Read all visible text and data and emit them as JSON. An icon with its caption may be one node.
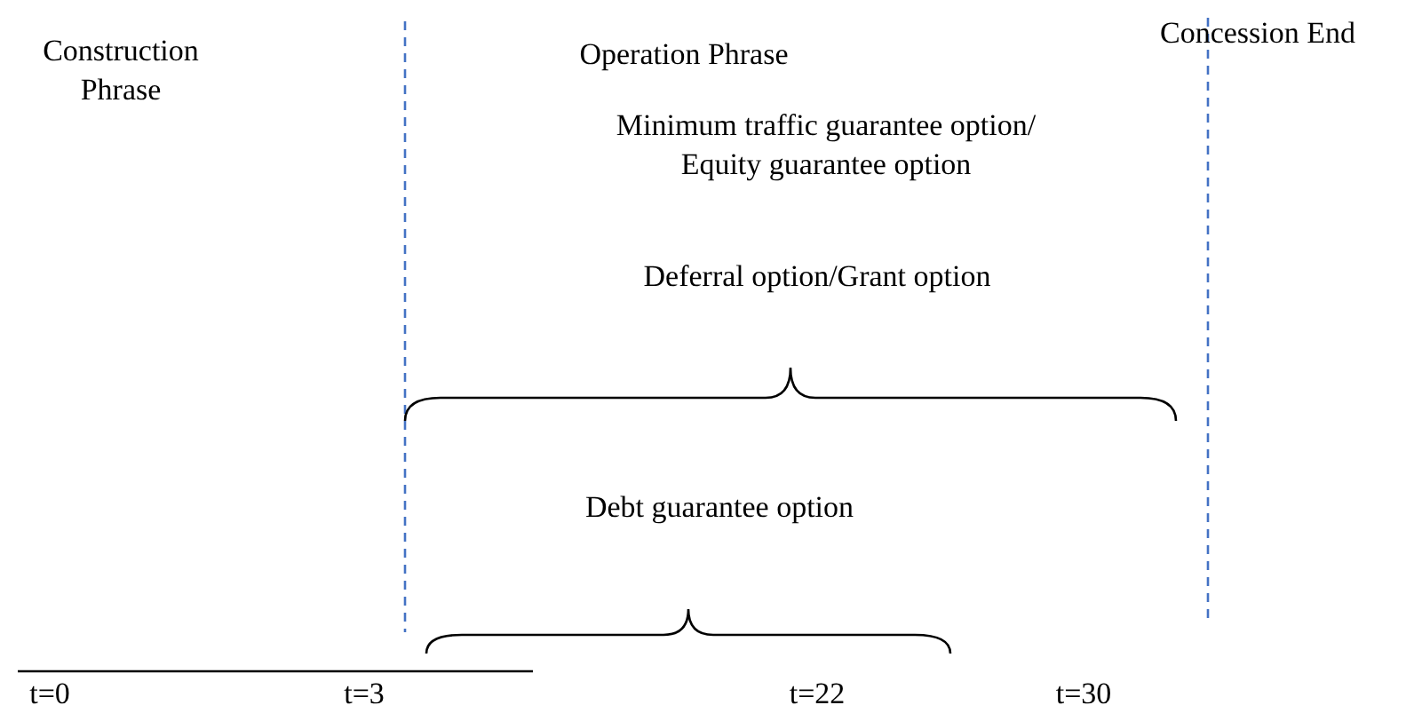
{
  "diagram": {
    "labels": [
      "Construction Phrase",
      "Operation Phrase",
      "Concession End",
      "Minimum traffic guarantee option/ Equity guarantee option",
      "Deferral option/Grant option",
      "Debt guarantee option",
      "t=0",
      "t=3",
      "t=22",
      "t=30"
    ]
  }
}
